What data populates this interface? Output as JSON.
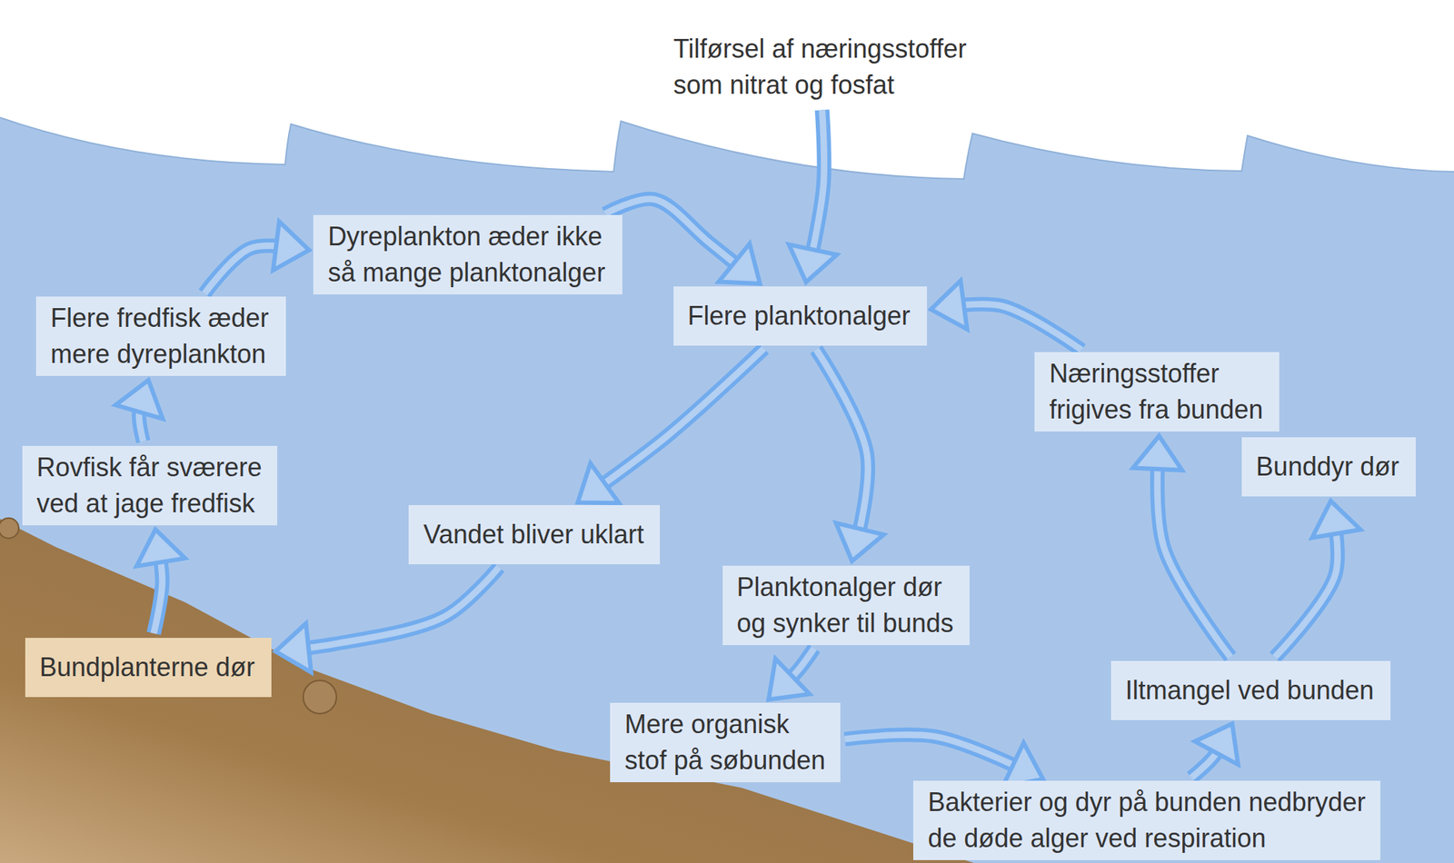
{
  "diagram": {
    "nodes": [
      {
        "text": [
          "Tilførsel af næringsstoffer som nitrat og fosfat"
        ]
      },
      {
        "text": [
          "Dyreplankton æder ikke så mange planktonalger"
        ]
      },
      {
        "text": [
          "Flere planktonalger"
        ]
      },
      {
        "text": [
          "Flere fredfisk æder mere dyreplankton"
        ]
      },
      {
        "text": [
          "Næringsstoffer frigives fra bunden"
        ]
      },
      {
        "text": [
          "Bunddyr dør"
        ]
      },
      {
        "text": [
          "Rovfisk får sværere ved at jage fredfisk"
        ]
      },
      {
        "text": [
          "Vandet bliver uklart"
        ]
      },
      {
        "text": [
          "Planktonalger dør og synker til bunds"
        ]
      },
      {
        "text": [
          "Bundplanterne dør"
        ]
      },
      {
        "text": [
          "Iltmangel ved bunden"
        ]
      },
      {
        "text": [
          "Mere organisk stof på søbunden"
        ]
      },
      {
        "text": [
          "Bakterier og dyr på bunden nedbryder de døde alger ved respiration"
        ]
      }
    ],
    "edges": [
      {
        "from": 0,
        "to": 2,
        "arrow": "to"
      },
      {
        "from": 1,
        "to": 2,
        "arrow": "to"
      },
      {
        "from": 2,
        "to": 7,
        "arrow": "to"
      },
      {
        "from": 7,
        "to": 9,
        "arrow": "to"
      },
      {
        "from": 9,
        "to": 6,
        "arrow": "to"
      },
      {
        "from": 6,
        "to": 3,
        "arrow": "to"
      },
      {
        "from": 3,
        "to": 1,
        "arrow": "to"
      },
      {
        "from": 2,
        "to": 8,
        "arrow": "to"
      },
      {
        "from": 8,
        "to": 11,
        "arrow": "to"
      },
      {
        "from": 11,
        "to": 12,
        "arrow": "to"
      },
      {
        "from": 12,
        "to": 10,
        "arrow": "to"
      },
      {
        "from": 10,
        "to": 5,
        "arrow": "to"
      },
      {
        "from": 10,
        "to": 4,
        "arrow": "to"
      },
      {
        "from": 4,
        "to": 2,
        "arrow": "to"
      }
    ]
  }
}
